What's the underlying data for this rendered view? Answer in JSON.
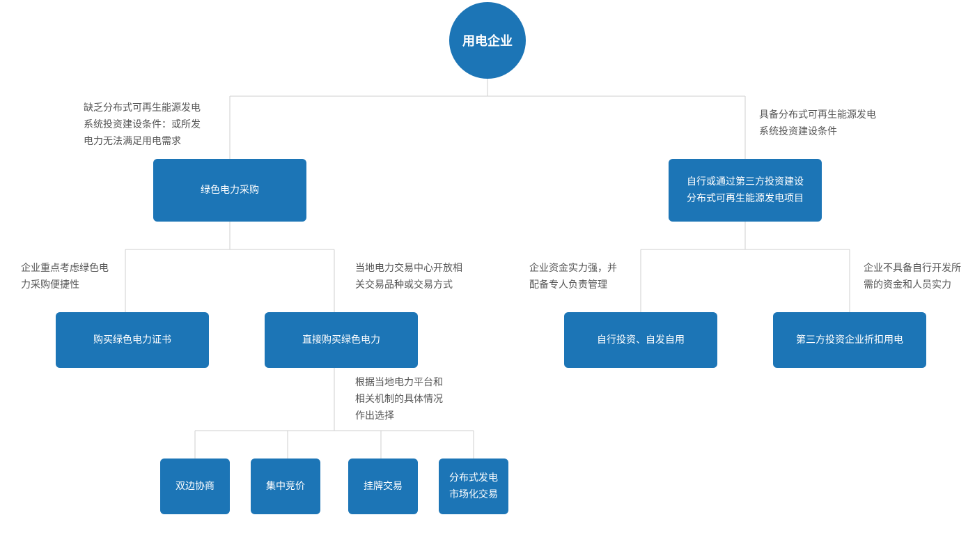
{
  "root": {
    "label": "用电企业"
  },
  "level1": {
    "left": {
      "label": "绿色电力采购",
      "condition": [
        "缺乏分布式可再生能源发电",
        "系统投资建设条件：或所发",
        "电力无法满足用电需求"
      ]
    },
    "right": {
      "label": [
        "自行或通过第三方投资建设",
        "分布式可再生能源发电项目"
      ],
      "condition": [
        "具备分布式可再生能源发电",
        "系统投资建设条件"
      ]
    }
  },
  "level2": {
    "certificate": {
      "label": "购买绿色电力证书",
      "condition": [
        "企业重点考虑绿色电",
        "力采购便捷性"
      ]
    },
    "direct": {
      "label": "直接购买绿色电力",
      "condition": [
        "当地电力交易中心开放相",
        "关交易品种或交易方式"
      ]
    },
    "self_invest": {
      "label": "自行投资、自发自用",
      "condition": [
        "企业资金实力强，并",
        "配备专人负责管理"
      ]
    },
    "third_party": {
      "label": "第三方投资企业折扣用电",
      "condition": [
        "企业不具备自行开发所",
        "需的资金和人员实力"
      ]
    }
  },
  "level3": {
    "condition": [
      "根据当地电力平台和",
      "相关机制的具体情况",
      "作出选择"
    ],
    "bilateral": {
      "label": "双边协商"
    },
    "centralized": {
      "label": "集中竞价"
    },
    "listing": {
      "label": "挂牌交易"
    },
    "distributed": {
      "label": [
        "分布式发电",
        "市场化交易"
      ]
    }
  },
  "colors": {
    "node_fill": "#1c75b6",
    "connector": "#cfcfcf",
    "note_text": "#555555"
  }
}
